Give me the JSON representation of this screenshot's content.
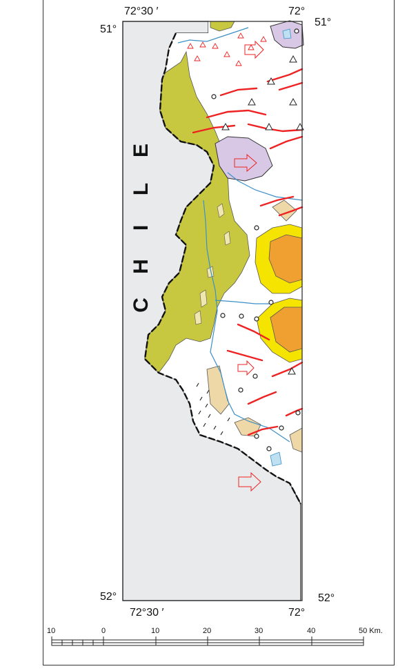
{
  "map": {
    "country_label": "CHILE",
    "top_left_lon": "72°30 ′",
    "top_right_lon": "72°",
    "bottom_left_lon": "72°30 ′",
    "bottom_right_lon": "72°",
    "top_left_lat": "51°",
    "top_right_lat": "51°",
    "bottom_left_lat": "52°",
    "bottom_right_lat": "52°"
  },
  "scale_bar": {
    "ticks": [
      "10",
      "0",
      "10",
      "20",
      "30",
      "40",
      "50 Km."
    ]
  },
  "colors": {
    "chile_gray": "#e9eaec",
    "olive": "#c8c840",
    "lavender": "#d8c8e6",
    "yellow": "#f5e400",
    "orange": "#f0a030",
    "tan": "#efd8a8",
    "fault_red": "#ee2222",
    "river_blue": "#3a8fc8"
  }
}
